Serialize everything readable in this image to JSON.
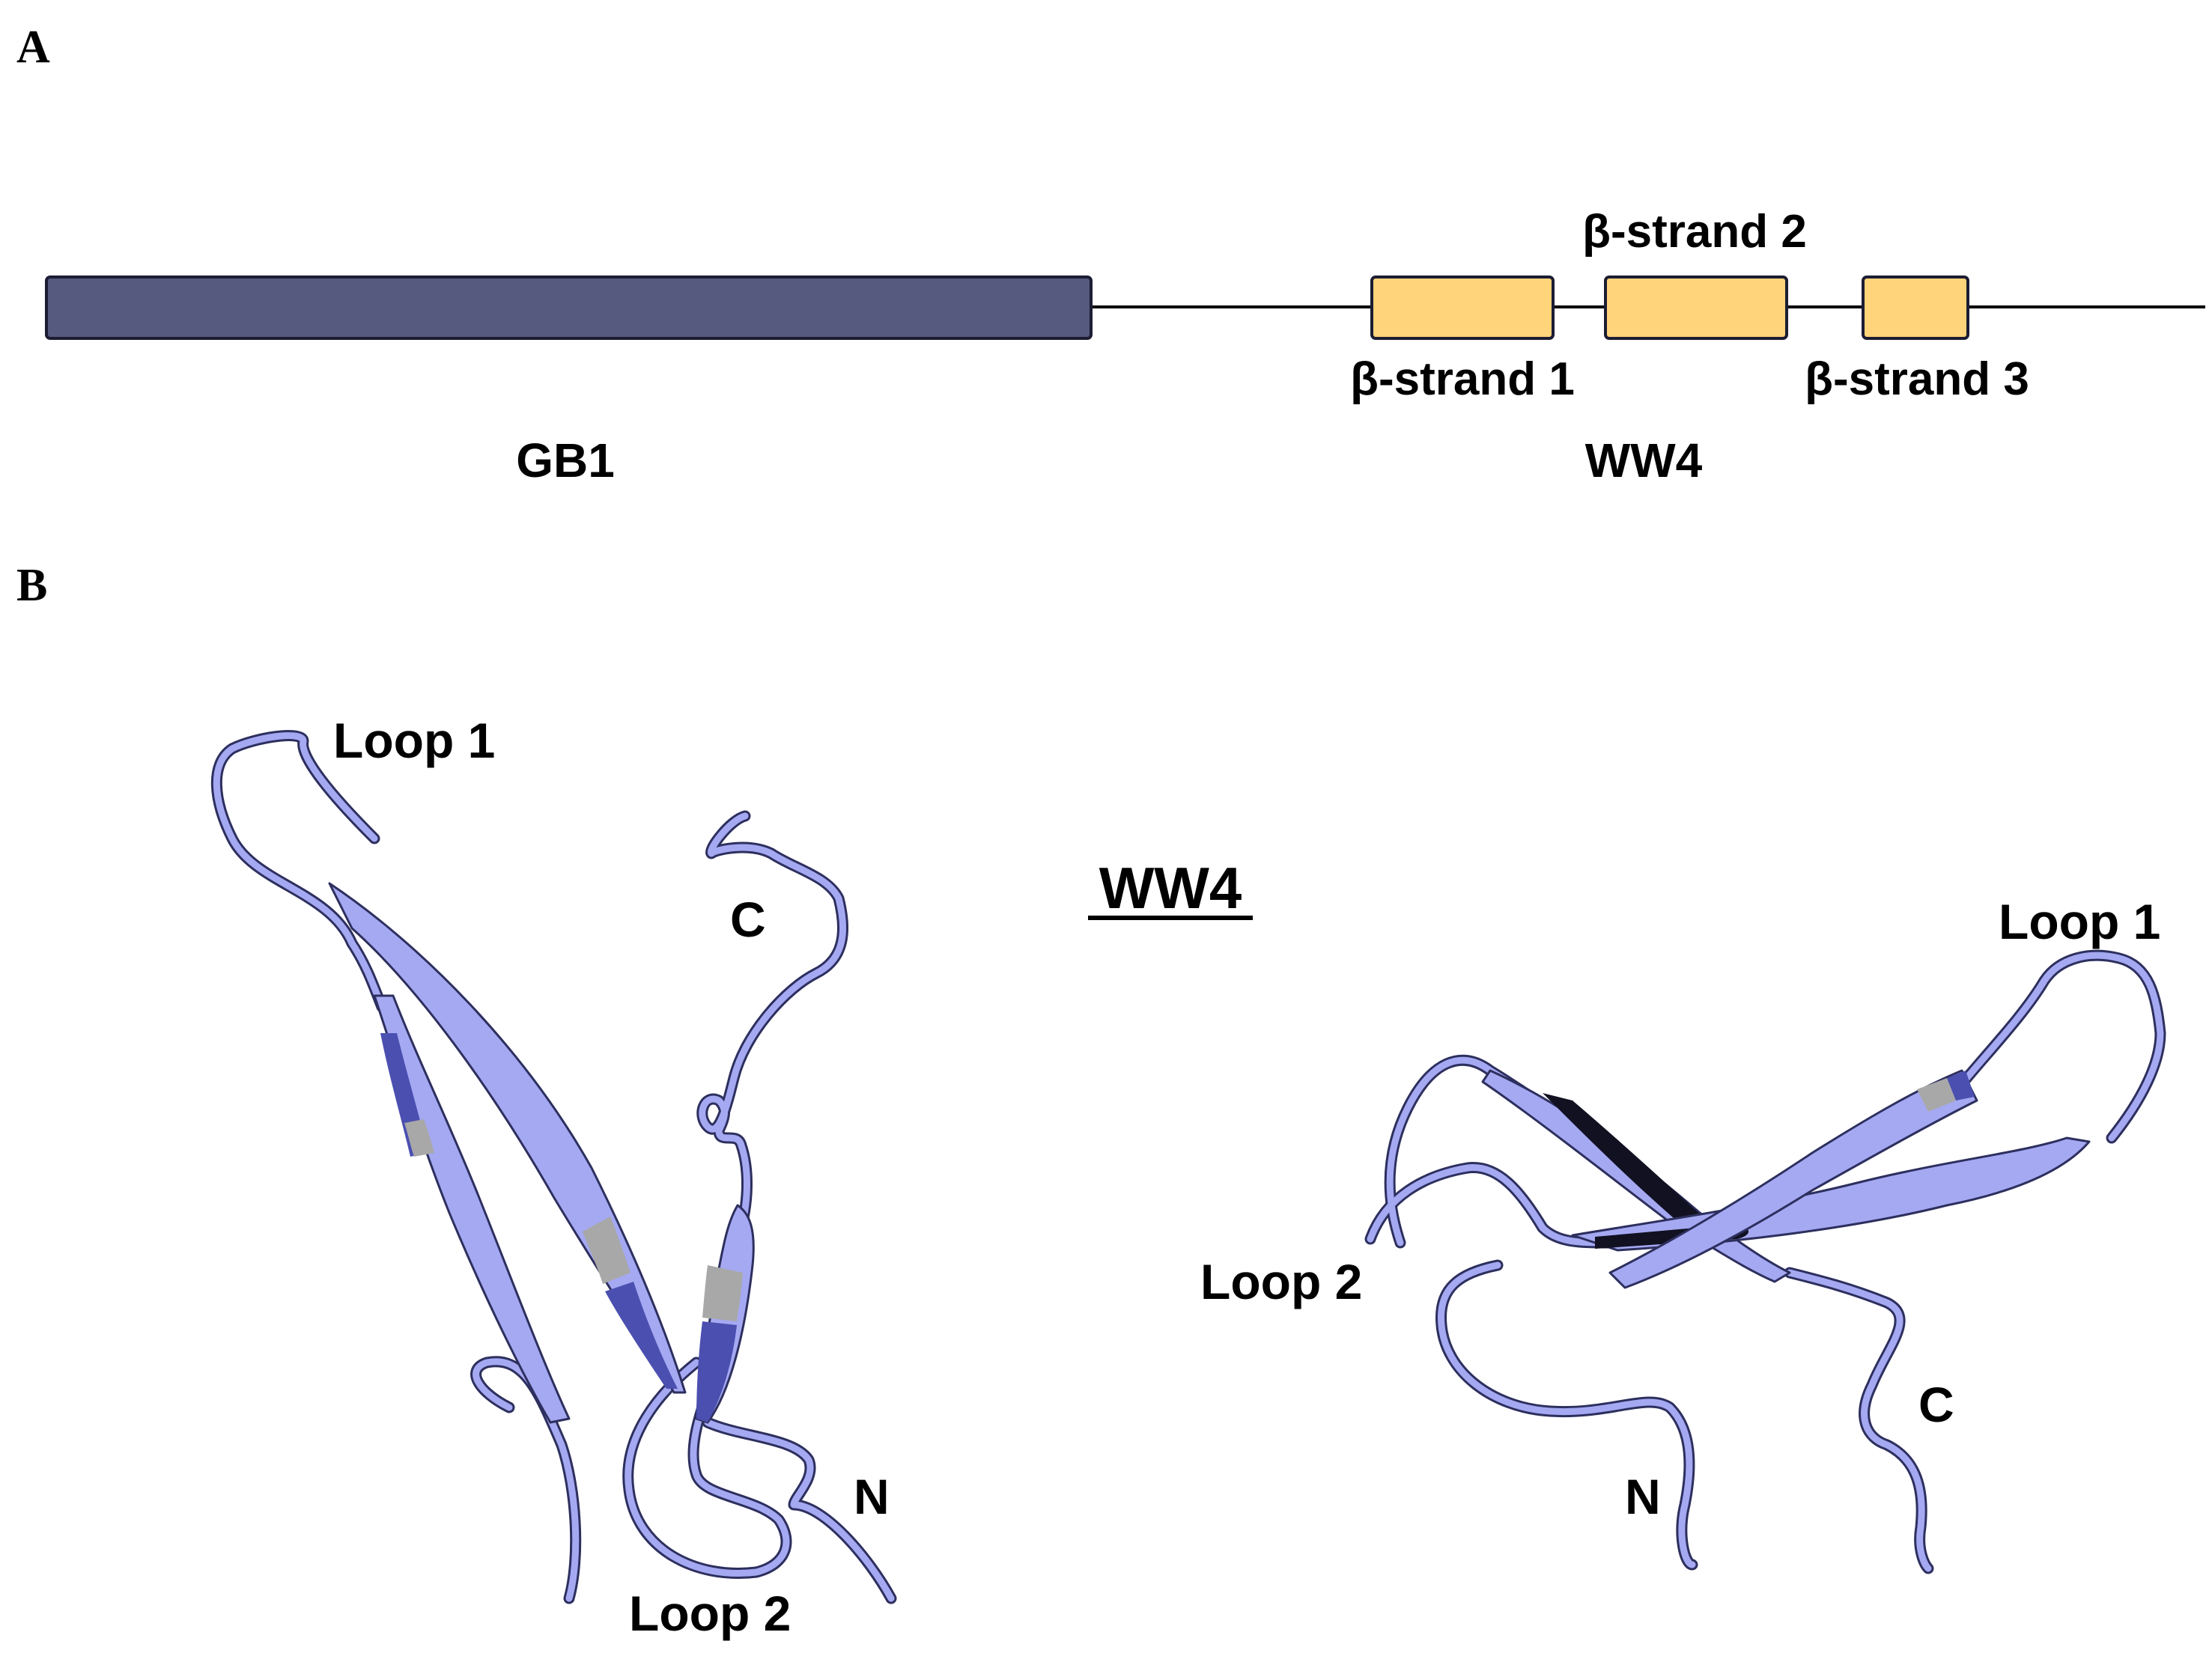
{
  "panel_a": {
    "letter": "A",
    "gb1_label": "GB1",
    "ww4_label": "WW4",
    "strand_labels": [
      "β-strand 1",
      "β-strand 2",
      "β-strand 3"
    ],
    "colors": {
      "gb1_box": "#565a7e",
      "strand_box": "#ffd47a",
      "line": "#000000"
    }
  },
  "panel_b": {
    "letter": "B",
    "title": "WW4",
    "left_structure": {
      "loop1": "Loop 1",
      "loop2": "Loop 2",
      "c_term": "C",
      "n_term": "N"
    },
    "right_structure": {
      "loop1": "Loop 1",
      "loop2": "Loop 2",
      "c_term": "C",
      "n_term": "N"
    },
    "colors": {
      "ribbon": "#a5a9f2",
      "ribbon_dark": "#4b4fb0",
      "ribbon_edge": "#2d2f5e"
    }
  }
}
